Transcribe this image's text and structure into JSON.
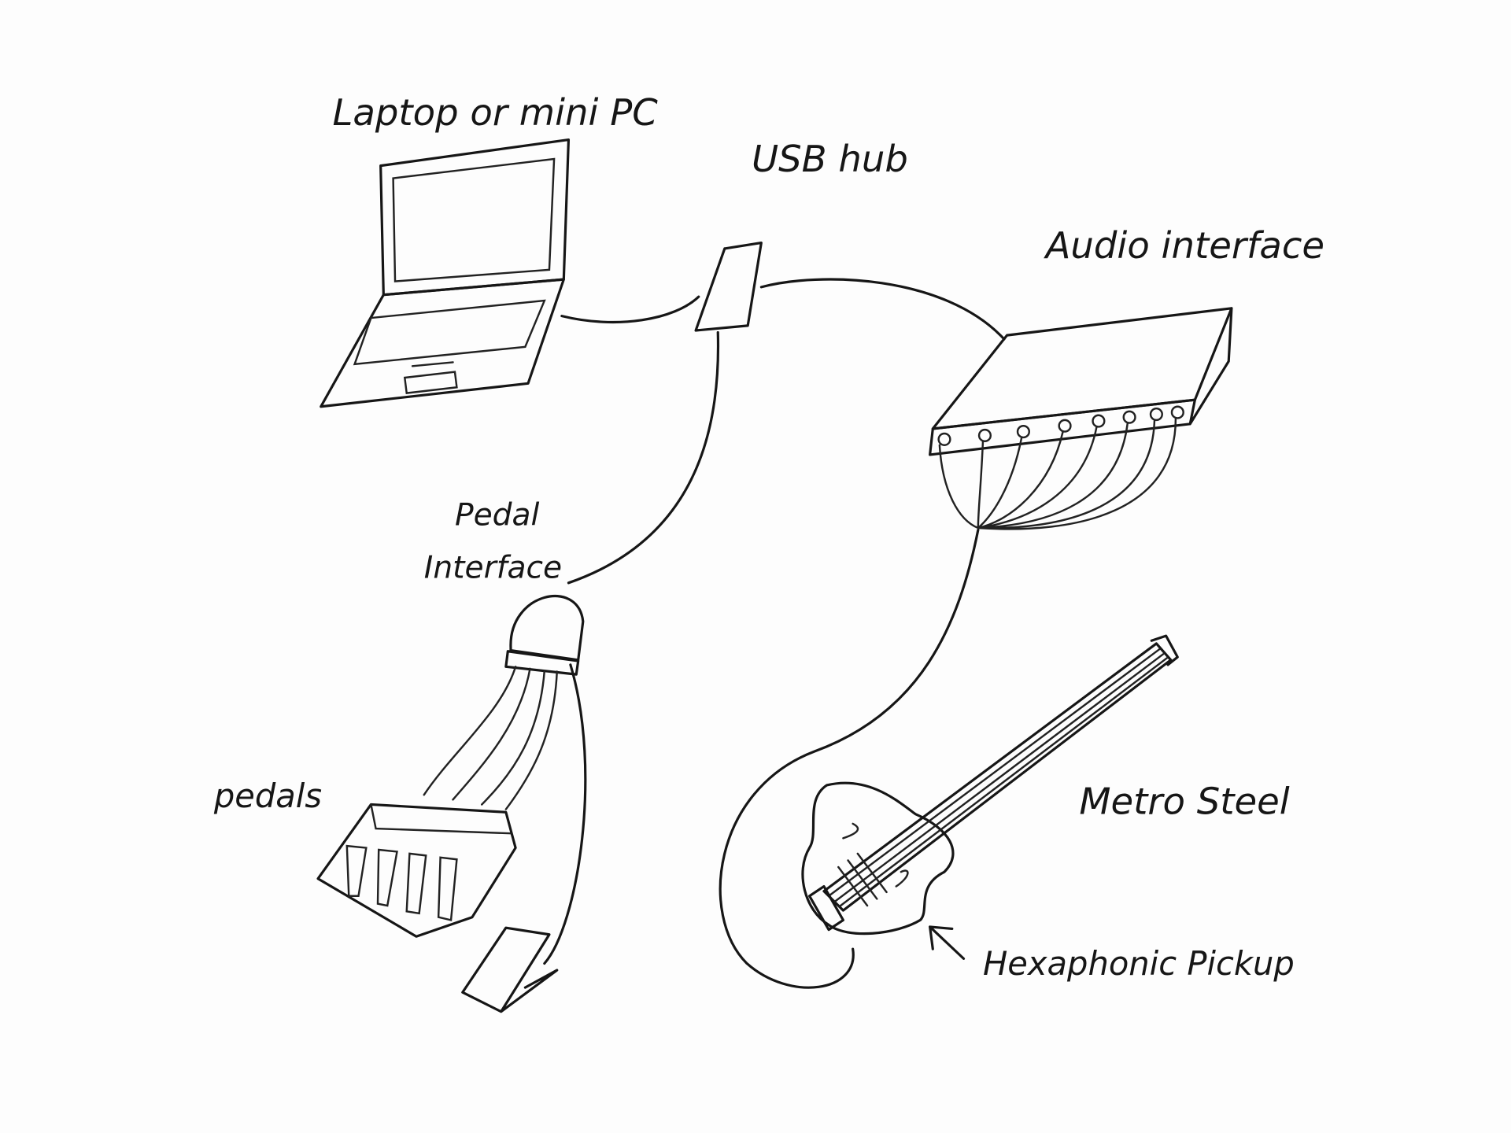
{
  "diagram": {
    "title": "Metro Steel hexaphonic setup sketch",
    "labels": {
      "laptop": "Laptop or mini PC",
      "usb_hub": "USB hub",
      "audio_interface": "Audio interface",
      "pedal_interface_line1": "Pedal",
      "pedal_interface_line2": "Interface",
      "pedals": "pedals",
      "metro_steel": "Metro Steel",
      "hexaphonic_pickup": "Hexaphonic Pickup"
    },
    "connections": [
      {
        "from": "Laptop or mini PC",
        "to": "USB hub"
      },
      {
        "from": "USB hub",
        "to": "Audio interface"
      },
      {
        "from": "USB hub",
        "to": "Pedal Interface"
      },
      {
        "from": "Pedal Interface",
        "to": "pedals"
      },
      {
        "from": "Audio interface",
        "to": "Metro Steel"
      }
    ]
  }
}
